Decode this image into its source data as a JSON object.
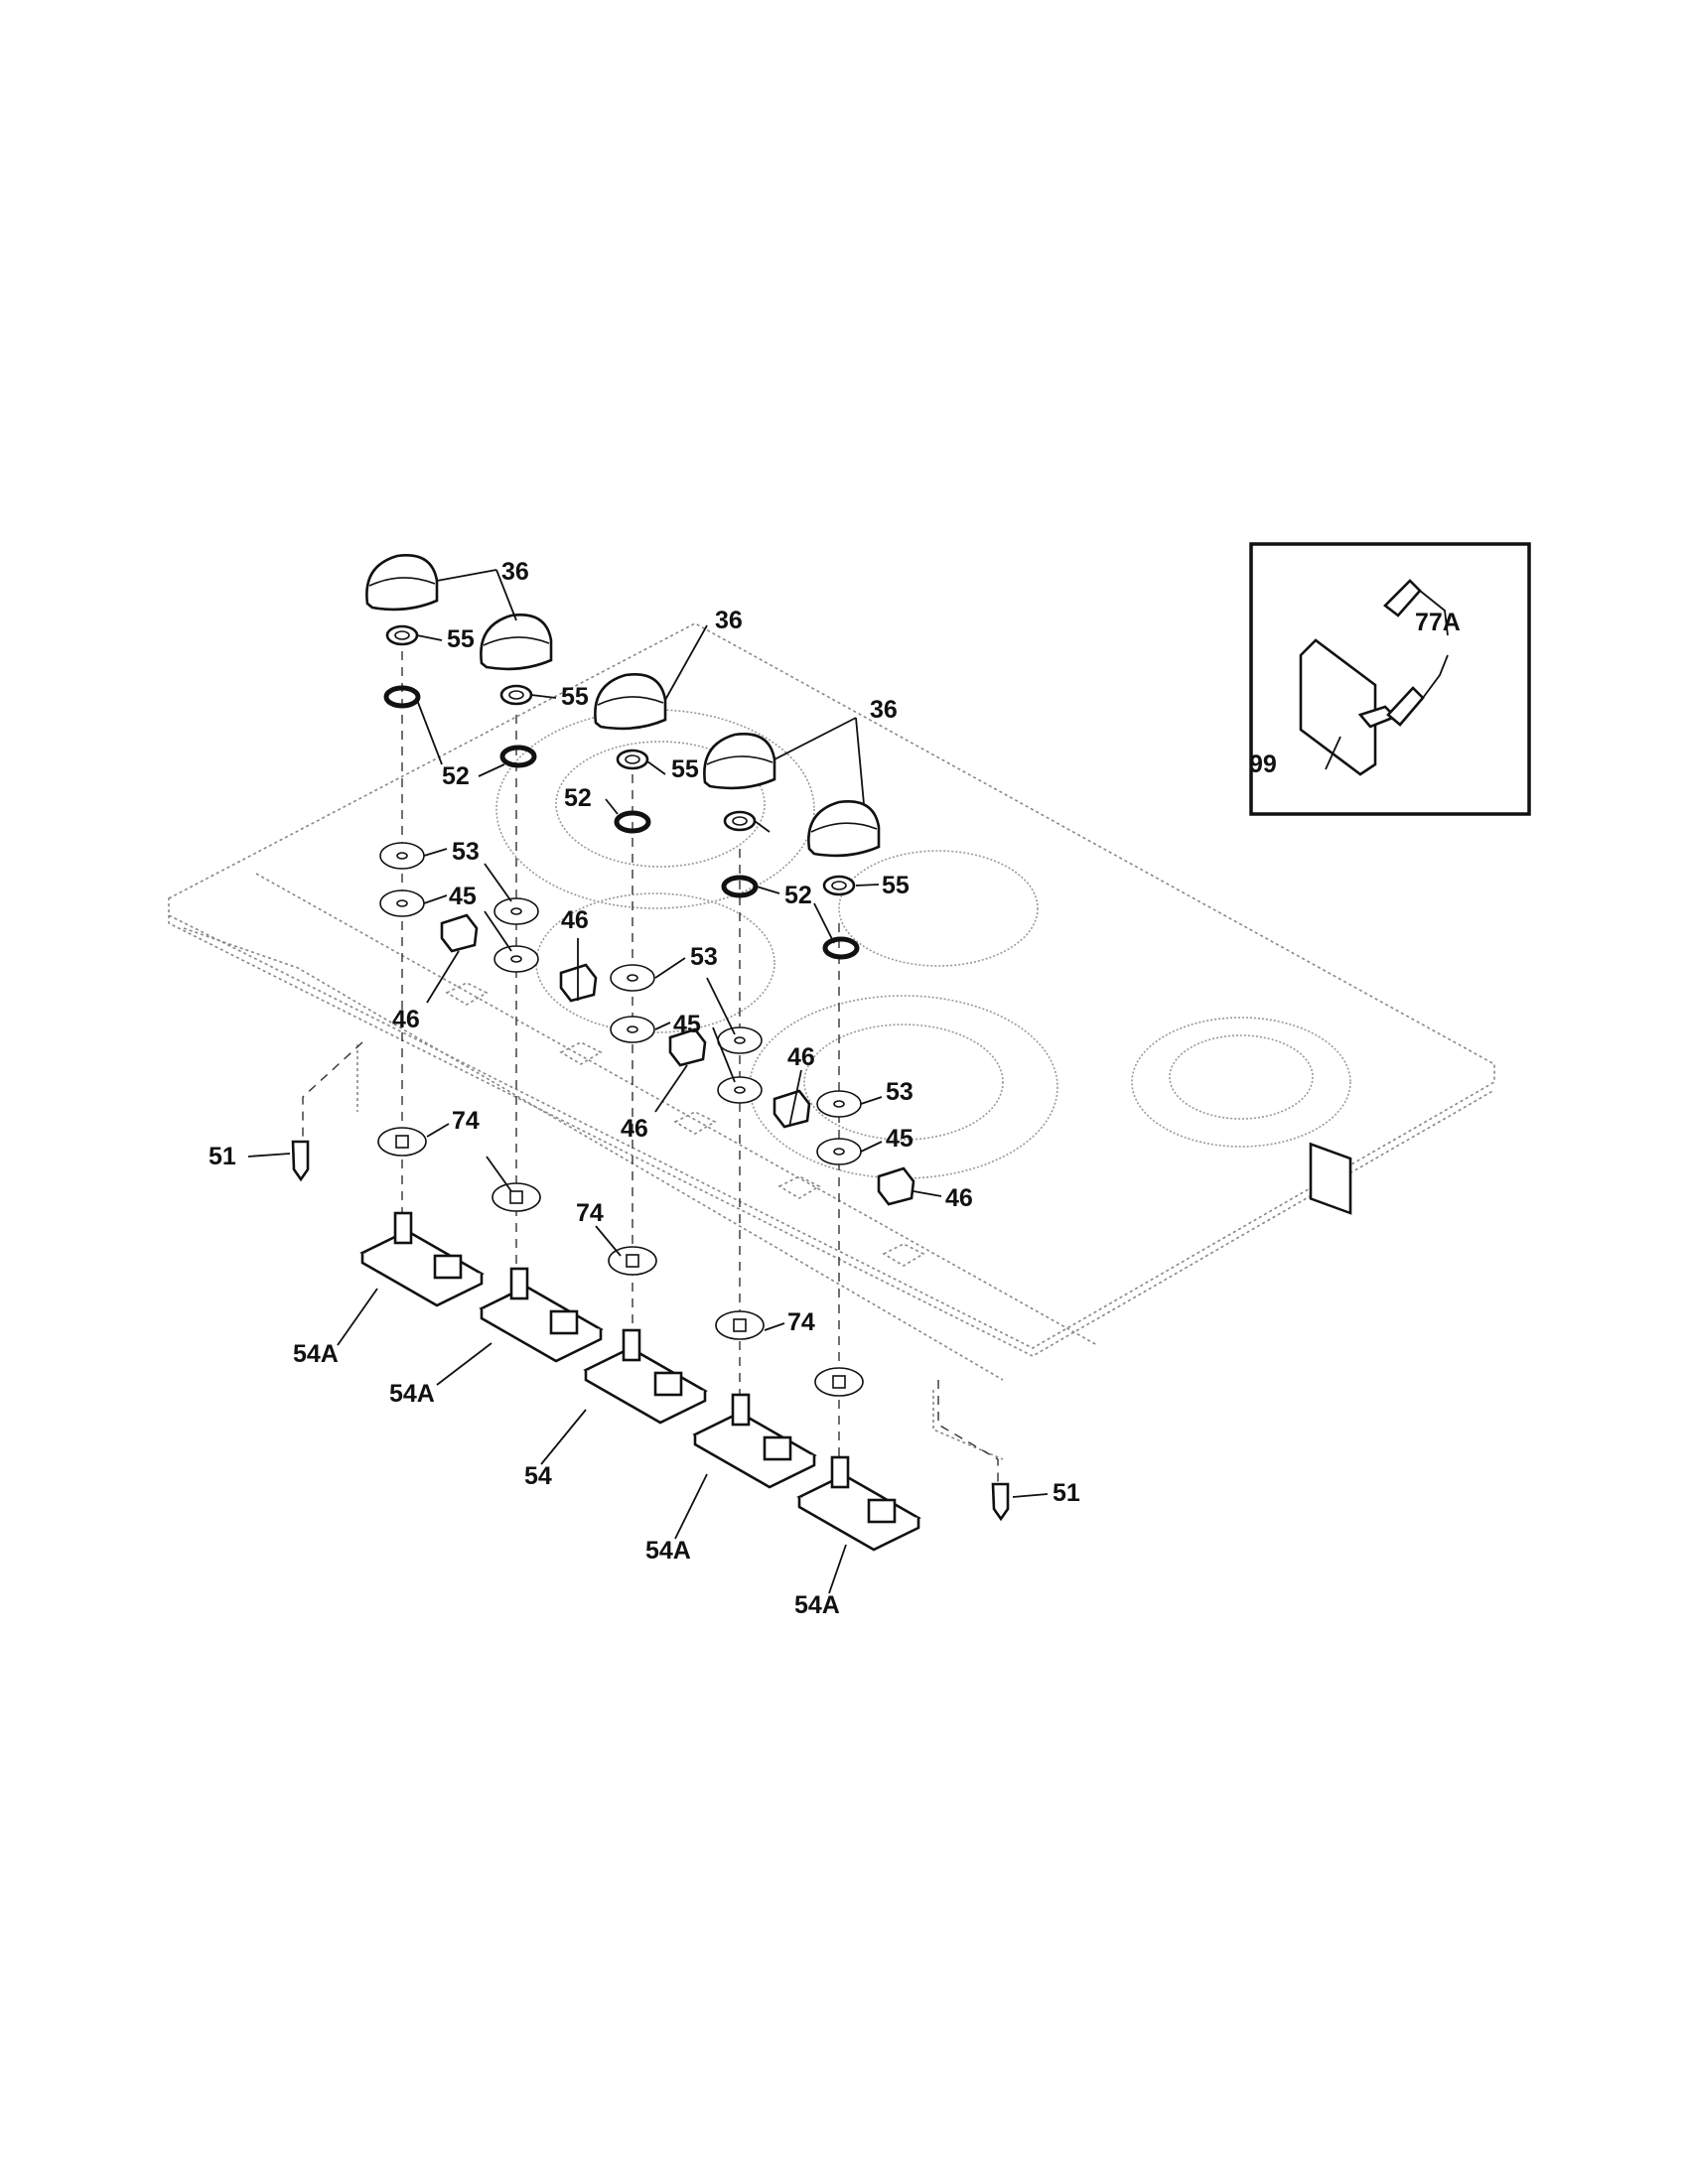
{
  "callouts": {
    "c36a": "36",
    "c36b": "36",
    "c36c": "36",
    "c55a": "55",
    "c55b": "55",
    "c55c": "55",
    "c55d": "55",
    "c52a": "52",
    "c52b": "52",
    "c52c": "52",
    "c53a": "53",
    "c53b": "53",
    "c53c": "53",
    "c45a": "45",
    "c45b": "45",
    "c45c": "45",
    "c46a": "46",
    "c46b": "46",
    "c46c": "46",
    "c46d": "46",
    "c46e": "46",
    "c74a": "74",
    "c74b": "74",
    "c74c": "74",
    "c51a": "51",
    "c51b": "51",
    "c54Aa": "54A",
    "c54Ab": "54A",
    "c54": "54",
    "c54Ac": "54A",
    "c54Ad": "54A",
    "c77A": "77A",
    "c99": "99"
  }
}
